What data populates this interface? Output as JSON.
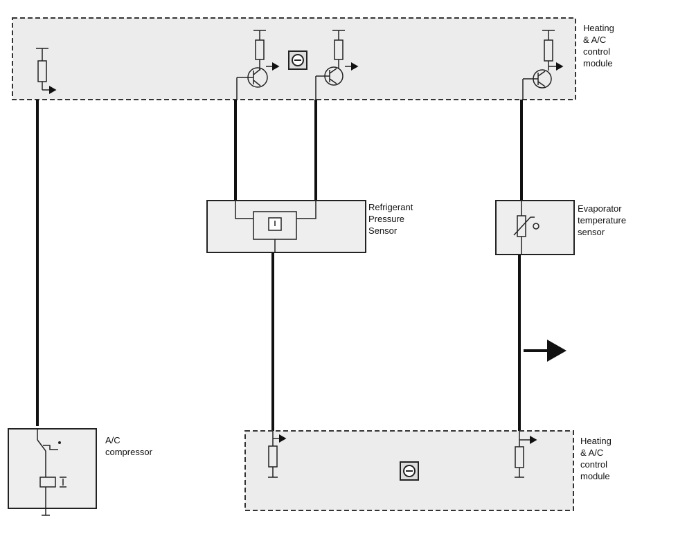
{
  "labels": {
    "module_top": "Heating\n& A/C\ncontrol\nmodule",
    "pressure_sensor": "Refrigerant\nPressure\nSensor",
    "evap_sensor": "Evaporator\ntemperature\nsensor",
    "compressor": "A/C\ncompressor",
    "module_bottom": "Heating\n& A/C\ncontrol\nmodule"
  },
  "icons": [
    "resistor-icon",
    "transistor-icon",
    "ground-icon",
    "switch-icon",
    "relay-coil-icon",
    "thermistor-icon",
    "pressure-gauge-icon",
    "module-symbol-icon",
    "arrow-icon"
  ]
}
